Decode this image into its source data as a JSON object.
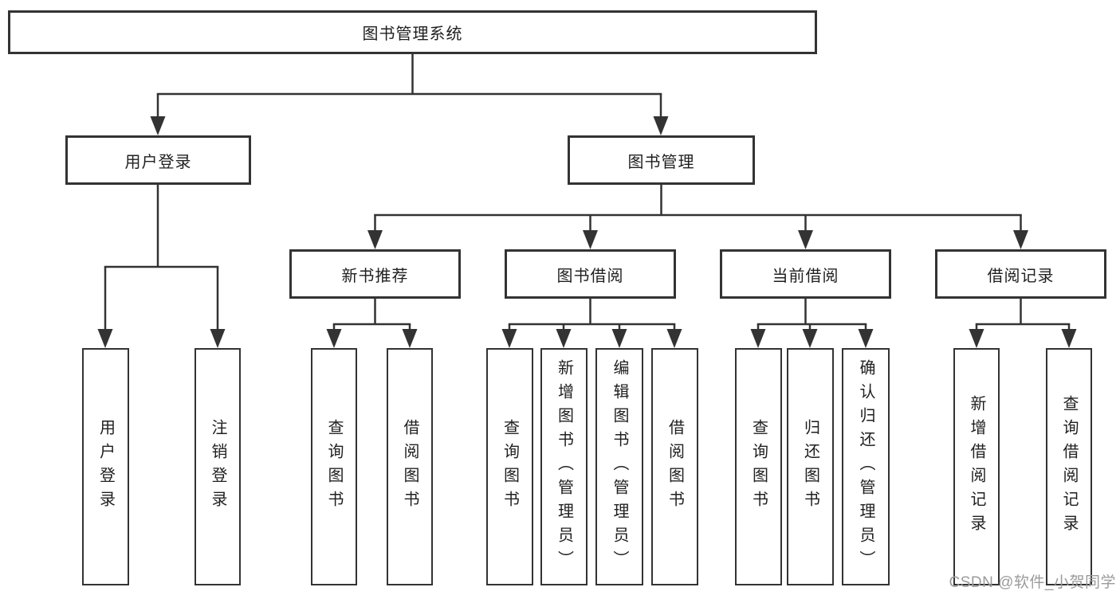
{
  "tree": {
    "root": "图书管理系统",
    "branches": [
      {
        "label": "用户登录",
        "children": [
          "用户登录",
          "注销登录"
        ]
      },
      {
        "label": "图书管理",
        "children": [
          {
            "label": "新书推荐",
            "children": [
              "查询图书",
              "借阅图书"
            ]
          },
          {
            "label": "图书借阅",
            "children": [
              "查询图书",
              "新增图书（管理员）",
              "编辑图书（管理员）",
              "借阅图书"
            ]
          },
          {
            "label": "当前借阅",
            "children": [
              "查询图书",
              "归还图书",
              "确认归还（管理员）"
            ]
          },
          {
            "label": "借阅记录",
            "children": [
              "新增借阅记录",
              "查询借阅记录"
            ]
          }
        ]
      }
    ]
  },
  "watermark": {
    "text": "CSDN @软件_小贺同学"
  },
  "colors": {
    "line": "#333333",
    "box_border": "#333333",
    "box_text": "#1f1f1f",
    "watermark": "#9b9b9b",
    "background": "#ffffff"
  }
}
